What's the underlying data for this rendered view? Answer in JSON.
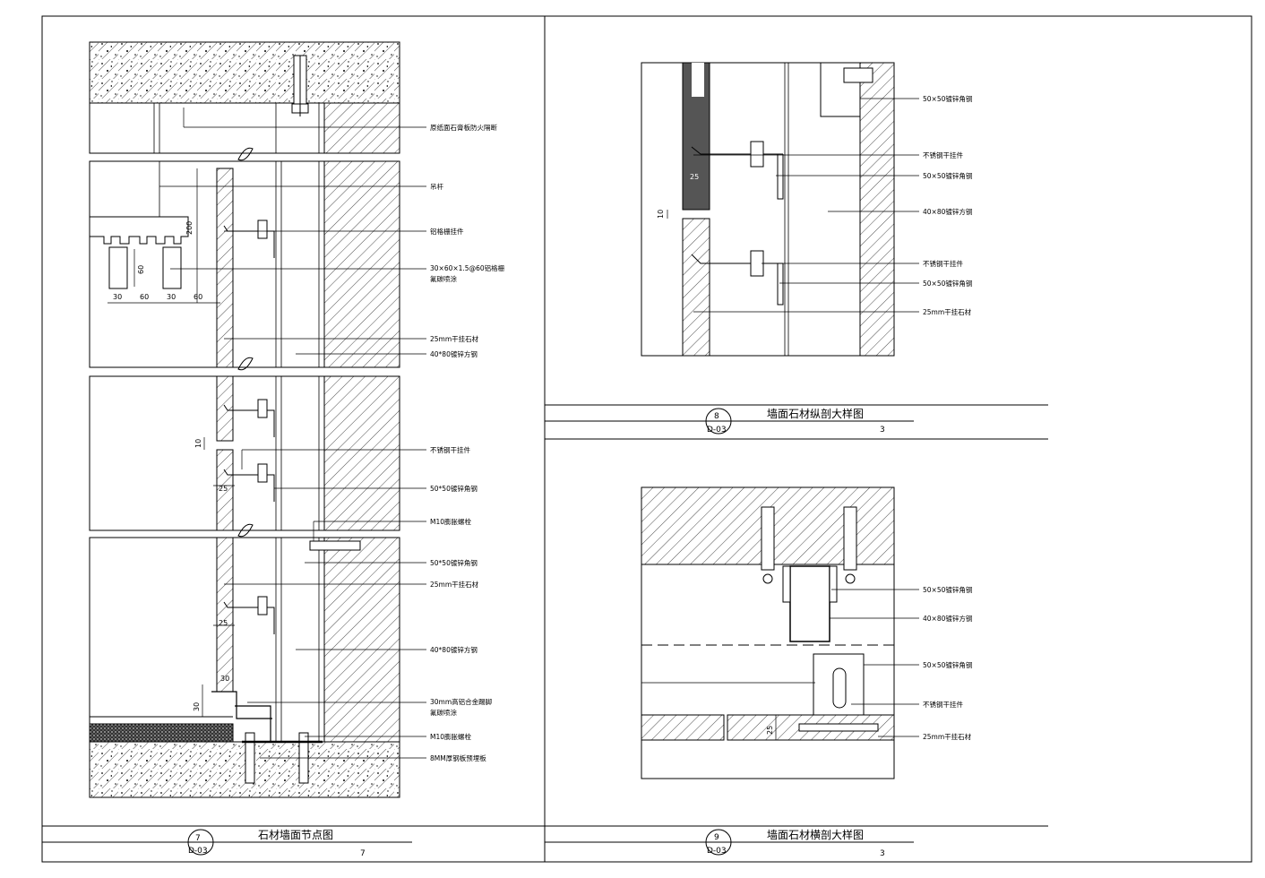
{
  "left_detail": {
    "labels": {
      "fireproof_board": "原纸面石膏板防火隔断",
      "hanger": "吊杆",
      "aluminum_hanger": "铝格栅挂件",
      "grille": "30×60×1.5@60铝格栅",
      "grille_2": "氟碳喷涂",
      "stone_1": "25mm干挂石材",
      "channel_1": "40*80镀锌方钢",
      "ss_hanger": "不锈钢干挂件",
      "angle_1": "50*50镀锌角钢",
      "bolt_1": "M10膨胀螺栓",
      "angle_2": "50*50镀锌角钢",
      "stone_2": "25mm干挂石材",
      "channel_2": "40*80镀锌方钢",
      "alu_profile": "30mm高铝合金踢脚",
      "alu_profile_2": "氟碳喷涂",
      "bolt_2": "M10膨胀螺栓",
      "steel_plate": "8MM厚钢板预埋板"
    },
    "dims": {
      "d200": "200",
      "d60v": "60",
      "d30a": "30",
      "d60a": "60",
      "d30b": "30",
      "d60b": "60",
      "d10": "10",
      "d25a": "25",
      "d25b": "25",
      "d30c": "30",
      "d30d": "30"
    },
    "title": {
      "number": "7",
      "sheet": "D-03",
      "name": "石材墙面节点图",
      "scale": "7"
    }
  },
  "vertical_detail": {
    "labels": {
      "angle_top": "50×50镀锌角钢",
      "ss_hanger_1": "不锈钢干挂件",
      "angle_1": "50×50镀锌角钢",
      "channel": "40×80镀锌方钢",
      "ss_hanger_2": "不锈钢干挂件",
      "angle_2": "50×50镀锌角钢",
      "stone": "25mm干挂石材"
    },
    "dims": {
      "d25": "25",
      "d10": "10"
    },
    "title": {
      "number": "8",
      "sheet": "D-03",
      "name": "墙面石材纵剖大样图",
      "scale": "3"
    }
  },
  "horizontal_detail": {
    "labels": {
      "angle_1": "50×50镀锌角钢",
      "channel": "40×80镀锌方钢",
      "angle_2": "50×50镀锌角钢",
      "ss_hanger": "不锈钢干挂件",
      "stone": "25mm干挂石材"
    },
    "dims": {
      "d25": "25"
    },
    "title": {
      "number": "9",
      "sheet": "D-03",
      "name": "墙面石材横剖大样图",
      "scale": "3"
    }
  }
}
